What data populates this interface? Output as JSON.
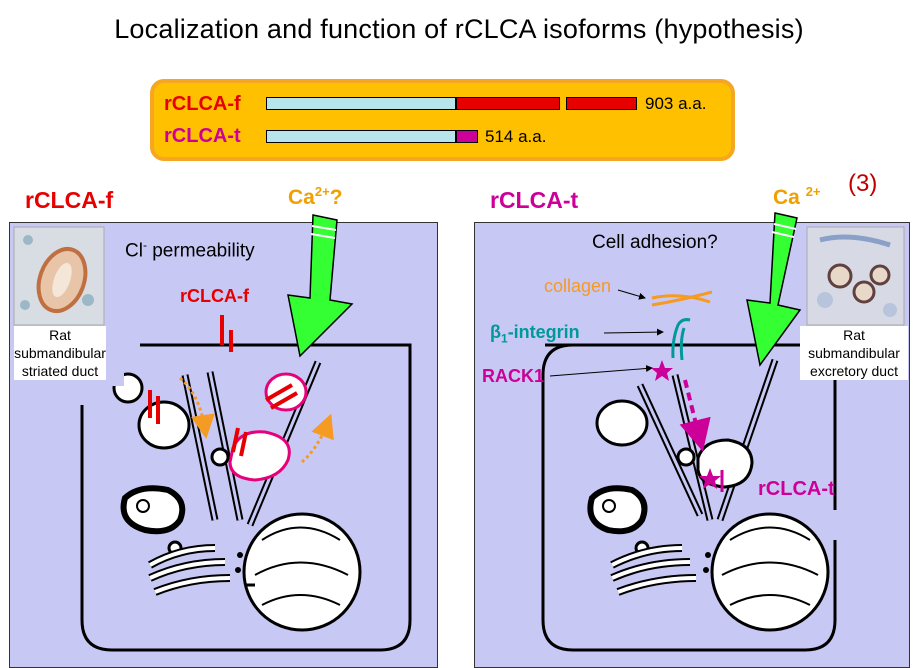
{
  "title": "Localization and function of rCLCA isoforms (hypothesis)",
  "legend": {
    "full": {
      "label": "rCLCA-f",
      "length": "903 a.a."
    },
    "truncated": {
      "label": "rCLCA-t",
      "length": "514 a.a."
    }
  },
  "panel_number": "(3)",
  "left_panel": {
    "title": "rCLCA-f",
    "calcium": "Ca",
    "calcium_sup": "2+",
    "calcium_suffix": "?",
    "function_text": "Cl",
    "function_sup": "-",
    "function_suffix": " permeability",
    "protein_label": "rCLCA-f",
    "photo_caption": [
      "Rat",
      "submandibular",
      "striated duct"
    ]
  },
  "right_panel": {
    "title": "rCLCA-t",
    "calcium": "Ca",
    "calcium_sup": "2+",
    "function_text": "Cell adhesion?",
    "collagen_label": "collagen",
    "integrin_label_prefix": "β",
    "integrin_label_sub": "1",
    "integrin_label_suffix": "-integrin",
    "rack1_label": "RACK1",
    "protein_label": "rCLCA-t",
    "photo_caption": [
      "Rat",
      "submandibular",
      "excretory duct"
    ]
  },
  "colors": {
    "red": "#e60000",
    "magenta": "#cc0099",
    "orange": "#f59a23",
    "teal": "#009999",
    "green": "#33ff33",
    "panel_bg": "#c8c8f5",
    "legend_bg": "#ffc000",
    "bar_light": "#b8e4ec"
  }
}
